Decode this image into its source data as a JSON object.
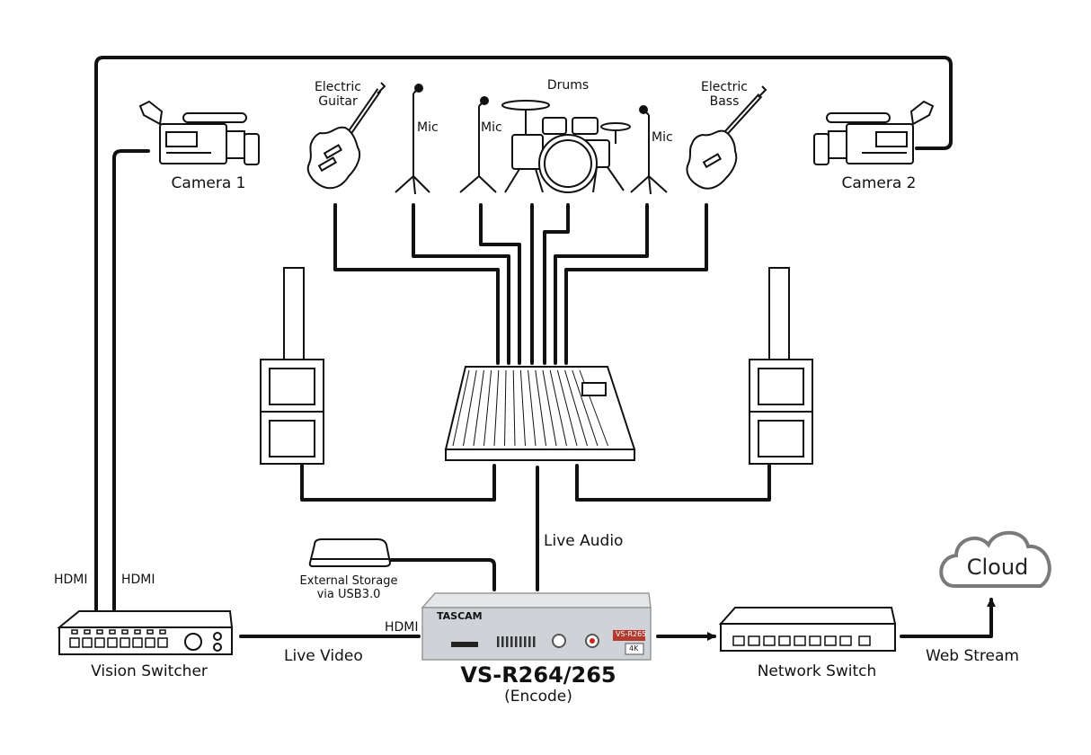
{
  "colors": {
    "line": "#111111",
    "device": "#ffffff",
    "cloud": "#7a7a7a",
    "encoder_face": "#cfd2d6"
  },
  "instruments": {
    "electric_guitar": "Electric\nGuitar",
    "mic_left": "Mic",
    "mic_drums": "Mic",
    "drums": "Drums",
    "mic_right": "Mic",
    "electric_bass": "Electric\nBass"
  },
  "cameras": {
    "camera1": "Camera 1",
    "camera2": "Camera 2"
  },
  "connections": {
    "hdmi_left": "HDMI",
    "hdmi_right": "HDMI",
    "hdmi_encoder": "HDMI",
    "live_video": "Live Video",
    "live_audio": "Live Audio",
    "web_stream": "Web Stream"
  },
  "devices": {
    "external_storage": "External Storage\nvia USB3.0",
    "vision_switcher": "Vision Switcher",
    "network_switch": "Network Switch",
    "cloud": "Cloud",
    "encoder_model": "VS-R264/265",
    "encoder_mode": "(Encode)",
    "encoder_brand": "TASCAM",
    "encoder_badge": "VS-R265",
    "encoder_4k": "4K"
  },
  "icons": [
    "camera-icon",
    "electric-guitar-icon",
    "mic-stand-icon",
    "drum-kit-icon",
    "electric-bass-icon",
    "speaker-icon",
    "mixer-icon",
    "storage-icon",
    "vision-switcher-icon",
    "encoder-icon",
    "network-switch-icon",
    "cloud-icon"
  ]
}
